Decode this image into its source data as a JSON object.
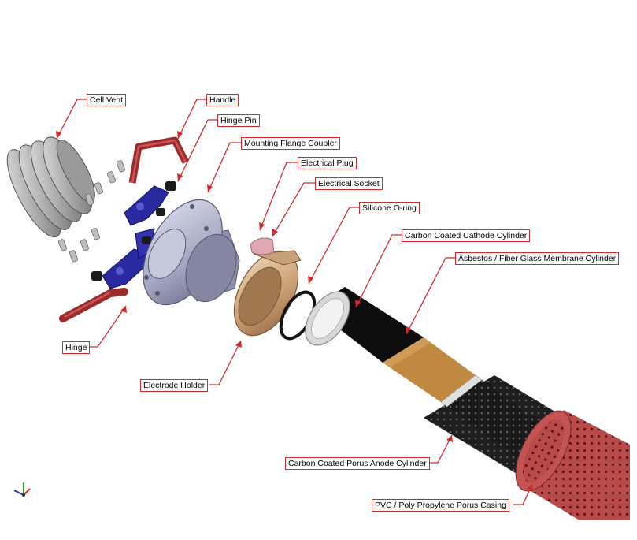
{
  "labels": {
    "cell_vent": "Cell Vent",
    "handle": "Handle",
    "hinge_pin": "Hinge Pin",
    "mounting_flange_coupler": "Mounting Flange Coupler",
    "electrical_plug": "Electrical Plug",
    "electrical_socket": "Electrical Socket",
    "silicone_o_ring": "Silicone O-ring",
    "carbon_coated_cathode_cylinder": "Carbon Coated Cathode Cylinder",
    "membrane_cylinder": "Asbestos / Fiber Glass Membrane Cylinder",
    "hinge": "Hinge",
    "electrode_holder": "Electrode Holder",
    "anode_cylinder": "Carbon Coated Porus Anode Cylinder",
    "casing": "PVC / Poly Propylene Porus Casing"
  },
  "colors": {
    "leader": "#d22a2a",
    "handle_red": "#9b2a2a",
    "hinge_blue": "#2a2aa0",
    "vent_gray": "#b8b8b8",
    "flange_lilac": "#b4b6cc",
    "holder_tan": "#d8b48c",
    "plug_pink": "#e0a8b0",
    "cathode_black": "#111111",
    "membrane_copper": "#c08840",
    "casing_red": "#b84a4a"
  }
}
